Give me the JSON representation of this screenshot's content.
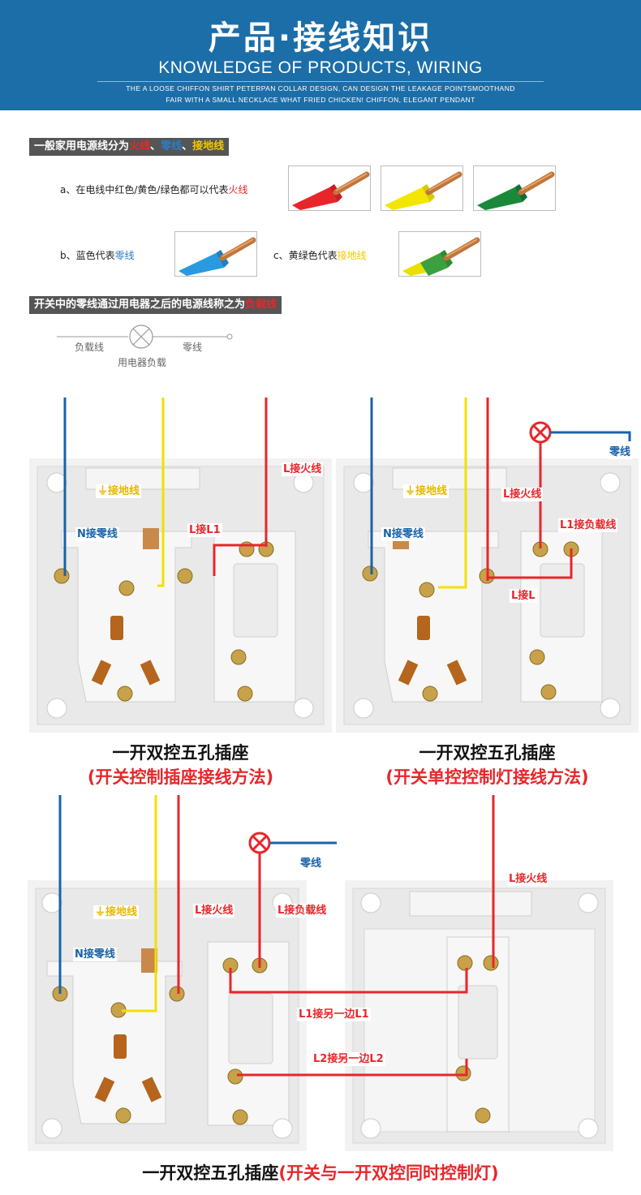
{
  "header": {
    "title": "产品·接线知识",
    "subtitle": "KNOWLEDGE OF PRODUCTS, WIRING",
    "desc_line1": "THE A LOOSE CHIFFON SHIRT PETERPAN COLLAR DESIGN, CAN DESIGN THE LEAKAGE POINTSMOOTHAND",
    "desc_line2": "FAIR WITH A SMALL NECKLACE WHAT FRIED CHICKEN! CHIFFON, ELEGANT PENDANT"
  },
  "section1": {
    "prefix": "一般家用电源线分为",
    "live": "火线",
    "sep1": "、",
    "neutral": "零线",
    "sep2": "、",
    "ground": "接地线",
    "item_a_text": "a、在电线中红色/黄色/绿色都可以代表",
    "item_a_highlight": "火线",
    "item_b_text": "b、蓝色代表",
    "item_b_highlight": "零线",
    "item_c_text": "c、黄绿色代表",
    "item_c_highlight": "接地线"
  },
  "section2": {
    "prefix": "开关中的零线通过用电器之后的电源线称之为",
    "highlight": "负载线",
    "load_line": "负载线",
    "neutral_line": "零线",
    "appliance": "用电器负载"
  },
  "diagram1": {
    "ground": "⏚接地线",
    "neutral": "N接零线",
    "live": "L接火线",
    "l_l1": "L接L1",
    "caption_main": "一开双控五孔插座",
    "caption_sub": "(开关控制插座接线方法)"
  },
  "diagram2": {
    "ground": "⏚接地线",
    "neutral": "N接零线",
    "live": "L接火线",
    "zero": "零线",
    "l1_load": "L1接负载线",
    "l_l": "L接L",
    "caption_main": "一开双控五孔插座",
    "caption_sub": "(开关单控控制灯接线方法)"
  },
  "diagram3": {
    "ground": "⏚接地线",
    "neutral": "N接零线",
    "live": "L接火线",
    "load": "L接负载线",
    "zero": "零线",
    "l1_other": "L1接另一边L1",
    "l2_other": "L2接另一边L2",
    "live_right": "L接火线",
    "caption_main": "一开双控五孔插座",
    "caption_sub": "(开关与一开双控同时控制灯)"
  },
  "colors": {
    "header_bg": "#1c6ea8",
    "live": "#e8262a",
    "neutral": "#1a62a8",
    "ground": "#f3d800",
    "green": "#1a8a3a"
  }
}
